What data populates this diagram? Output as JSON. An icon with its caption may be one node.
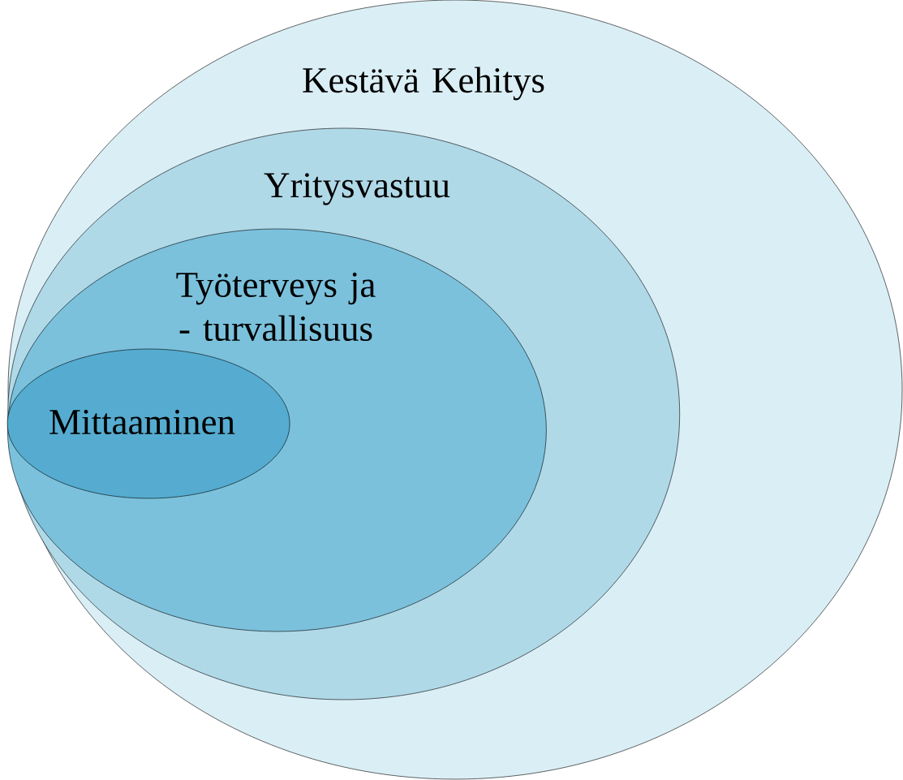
{
  "diagram": {
    "nodes": [
      {
        "text": [
          "Kestävä Kehitys"
        ]
      },
      {
        "text": [
          "Yritysvastuu"
        ],
        "in": 0
      },
      {
        "text": [
          "Työterveys ja - turvallisuus"
        ],
        "in": 1
      },
      {
        "text": [
          "Mittaaminen"
        ],
        "in": 2
      }
    ]
  }
}
